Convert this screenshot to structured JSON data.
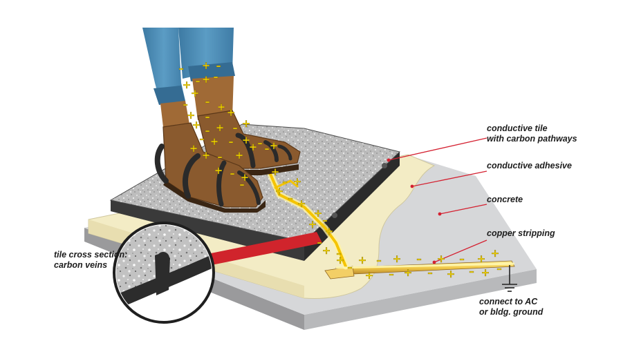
{
  "callouts": {
    "conductive_tile": [
      "conductive tile",
      "with carbon pathways"
    ],
    "conductive_adhesive": [
      "conductive adhesive"
    ],
    "concrete": [
      "concrete"
    ],
    "copper_stripping": [
      "copper stripping"
    ],
    "ground": [
      "connect to AC",
      "or bldg. ground"
    ],
    "cross_section": [
      "tile cross section:",
      "carbon veins"
    ]
  },
  "charge_symbols": {
    "positive": "+",
    "negative": "–"
  },
  "colors": {
    "callout_line": "#d42030",
    "adhesive": "#f3ecc5",
    "concrete": "#d5d6d8",
    "tile_top": "#bdbdbd",
    "tile_edge": "#333333",
    "charge": "#f2d200",
    "copper": "#e8b53a",
    "shoe": "#8a5a2e",
    "jeans": "#4f8fb6"
  }
}
